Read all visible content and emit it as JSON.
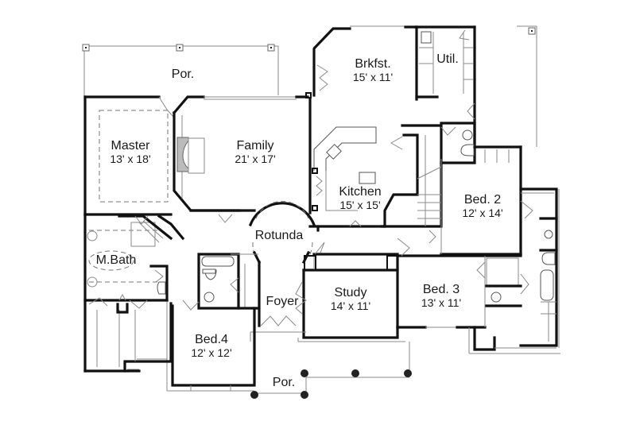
{
  "plan": {
    "type": "floor-plan",
    "rooms": [
      {
        "id": "porch-rear",
        "name": "Por.",
        "dims": ""
      },
      {
        "id": "brkfst",
        "name": "Brkfst.",
        "dims": "15' x 11'"
      },
      {
        "id": "util",
        "name": "Util.",
        "dims": ""
      },
      {
        "id": "master",
        "name": "Master",
        "dims": "13' x 18'"
      },
      {
        "id": "family",
        "name": "Family",
        "dims": "21' x 17'"
      },
      {
        "id": "kitchen",
        "name": "Kitchen",
        "dims": "15' x 15'"
      },
      {
        "id": "bed2",
        "name": "Bed. 2",
        "dims": "12' x 14'"
      },
      {
        "id": "rotunda",
        "name": "Rotunda",
        "dims": ""
      },
      {
        "id": "mbath",
        "name": "M.Bath",
        "dims": ""
      },
      {
        "id": "foyer",
        "name": "Foyer",
        "dims": ""
      },
      {
        "id": "study",
        "name": "Study",
        "dims": "14' x 11'"
      },
      {
        "id": "bed3",
        "name": "Bed. 3",
        "dims": "13' x 11'"
      },
      {
        "id": "bed4",
        "name": "Bed.4",
        "dims": "12' x 12'"
      },
      {
        "id": "porch-front",
        "name": "Por.",
        "dims": ""
      }
    ]
  }
}
